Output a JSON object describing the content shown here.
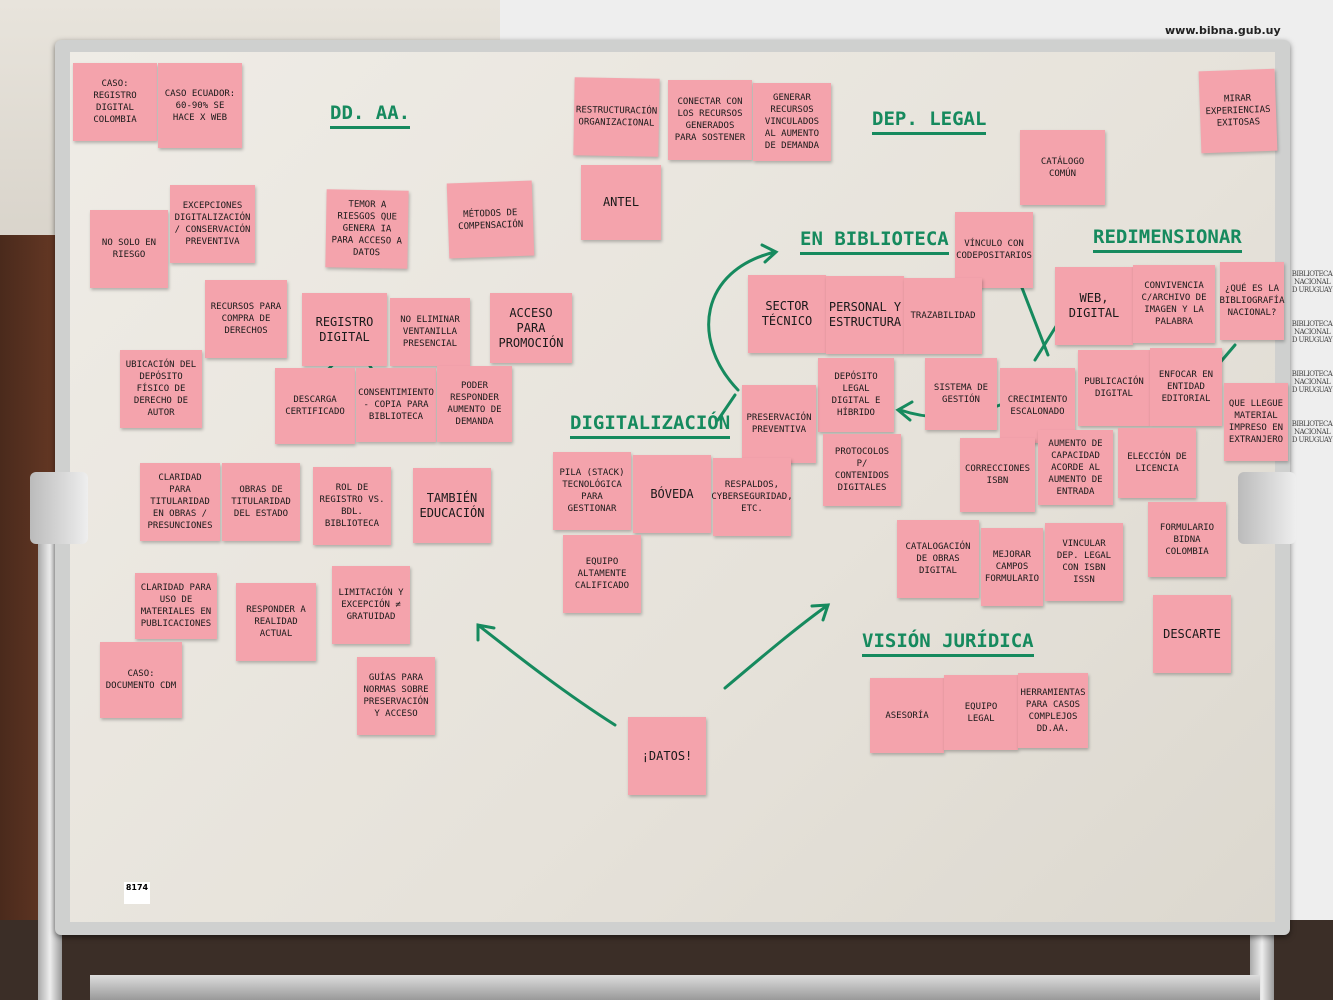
{
  "environment": {
    "website": "www.bibna.gub.uy",
    "banner": "BIBLIOTECA NACIONAL D URUGUAY",
    "board_tag": "8174",
    "ink_color": "#168a5e",
    "note_color": "#f4a3ac"
  },
  "headings": [
    "DD. AA.",
    "DEP. LEGAL",
    "EN BIBLIOTECA",
    "REDIMENSIONAR",
    "DIGITALIZACIÓN",
    "VISIÓN JURÍDICA"
  ],
  "notes": [
    "Caso: Registro digital Colombia",
    "Caso Ecuador: 60-90% se hace x web",
    "No solo en riesgo",
    "Excepciones digitalización / conservación preventiva",
    "Temor a riesgos que genera IA para acceso a datos",
    "Métodos de compensación",
    "Recursos para compra de derechos",
    "Registro digital",
    "No eliminar ventanilla presencial",
    "Acceso para promoción",
    "Ubicación del depósito físico de derecho de autor",
    "Descarga certificado",
    "Consentimiento - copia para biblioteca",
    "Poder responder aumento de demanda",
    "Restructuración organizacional",
    "Conectar con los recursos generados para sostener",
    "Generar recursos vinculados al aumento de demanda",
    "ANTEL",
    "Mirar experiencias exitosas",
    "Catálogo común",
    "Vínculo con codepositarios",
    "Sector técnico",
    "Personal y estructura",
    "Trazabilidad",
    "Sistema de gestión",
    "Web, digital",
    "Convivencia c/archivo de imagen y la palabra",
    "¿Qué es la bibliografía nacional?",
    "Depósito legal digital e híbrido",
    "Preservación preventiva",
    "Crecimiento escalonado",
    "Publicación digital",
    "Enfocar en entidad editorial",
    "Que llegue material impreso en extranjero",
    "Protocolos p/ contenidos digitales",
    "Correcciones ISBN",
    "Aumento de capacidad acorde al aumento de entrada",
    "Elección de licencia",
    "Formulario Bidna Colombia",
    "Pila (stack) tecnológica para gestionar",
    "Bóveda",
    "Respaldos, cyberseguridad, etc.",
    "Equipo altamente calificado",
    "Claridad para titularidad en obras / presunciones",
    "Obras de titularidad del estado",
    "Rol de registro vs. Bdl. Biblioteca",
    "También educación",
    "Claridad para uso de materiales en publicaciones",
    "Responder a realidad actual",
    "Limitación y excepción ≠ gratuidad",
    "Caso: Documento CDM",
    "Guías para normas sobre preservación y acceso",
    "Catalogación de obras digital",
    "Mejorar campos formulario",
    "Vincular dep. legal con ISBN ISSN",
    "Descarte",
    "Asesoría",
    "Equipo legal",
    "Herramientas para casos complejos DD.AA.",
    "¡Datos!"
  ]
}
